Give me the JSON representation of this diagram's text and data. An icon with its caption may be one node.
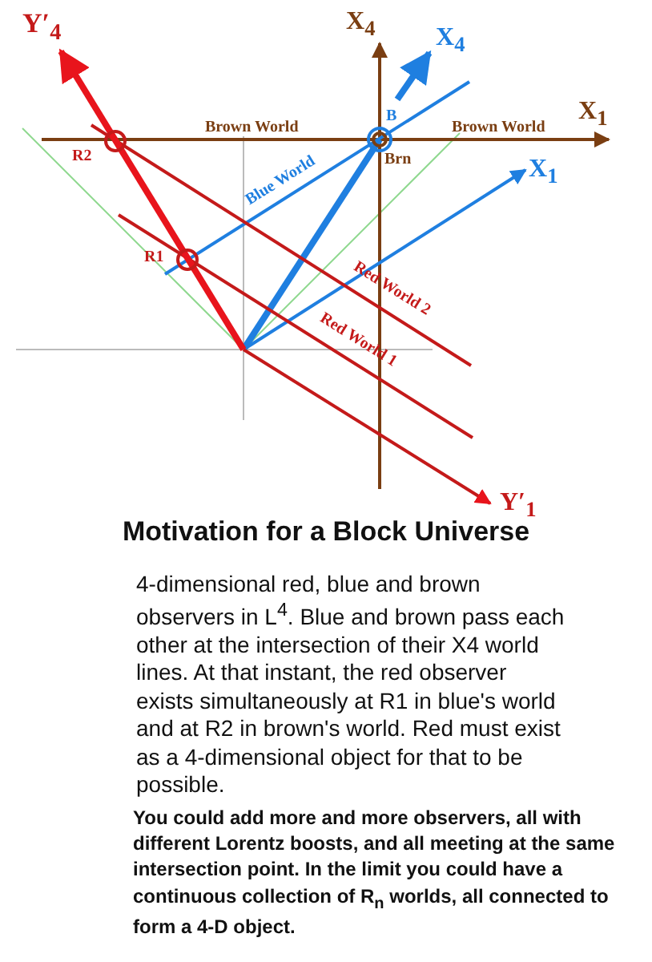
{
  "diagram": {
    "title": "Motivation for a Block Universe",
    "labels": [
      "Y′$_{4}$",
      "X$_{4}$",
      "X$_{4}$",
      "B",
      "Brown World",
      "Brown World",
      "X$_{1}$",
      "R2",
      "Blue World",
      "Brn",
      "X$_{1}$",
      "R1",
      "Red World 2",
      "Red World 1",
      "Y′$_{1}$",
      "4-dimensional red, blue and brown observers in L$^{4}$. Blue and brown pass each other at the intersection of their X4 world lines. At that instant, the red observer exists simultaneously at R1 in blue's world and at R2 in brown's world. Red must exist as a 4-dimensional object for that to be possible.",
      "You could add more and more observers, all with different Lorentz boosts, and all meeting at the same intersection point. In the limit you could have a continuous collection of R$_{n}$ worlds,  all connected to form a 4-D object."
    ]
  }
}
